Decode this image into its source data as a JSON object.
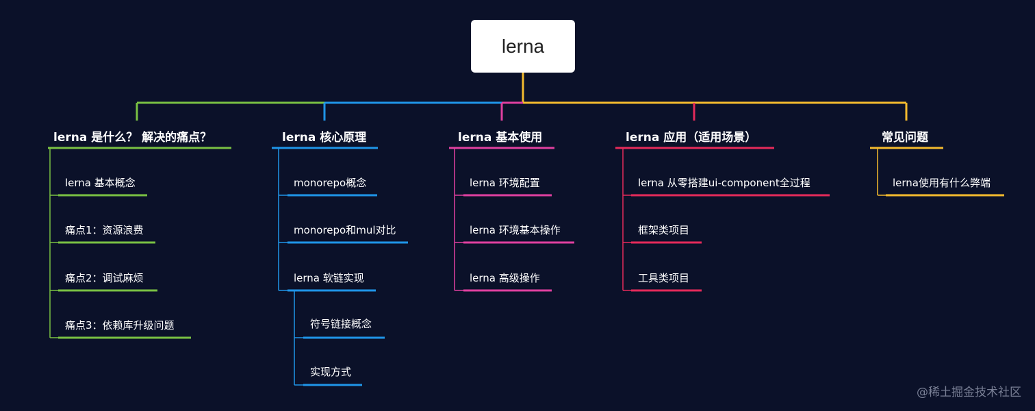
{
  "root": "lerna",
  "colors": {
    "background": "#0b1129",
    "green": "#7ac143",
    "blue": "#1f95e8",
    "pink": "#e040a0",
    "red": "#e52a5a",
    "yellow": "#f4bb2e"
  },
  "branches": [
    {
      "label": "lerna 是什么？ 解决的痛点？",
      "color": "green",
      "children": [
        "lerna 基本概念",
        "痛点1：资源浪费",
        "痛点2：调试麻烦",
        "痛点3：依赖库升级问题"
      ]
    },
    {
      "label": "lerna 核心原理",
      "color": "blue",
      "children": [
        "monorepo概念",
        "monorepo和mul对比",
        "lerna 软链实现"
      ],
      "sub_children": [
        "符号链接概念",
        "实现方式"
      ]
    },
    {
      "label": "lerna 基本使用",
      "color": "pink",
      "children": [
        "lerna 环境配置",
        "lerna 环境基本操作",
        "lerna 高级操作"
      ]
    },
    {
      "label": "lerna 应用（适用场景）",
      "color": "red",
      "children": [
        "lerna 从零搭建ui-component全过程",
        "框架类项目",
        "工具类项目"
      ]
    },
    {
      "label": "常见问题",
      "color": "yellow",
      "children": [
        "lerna使用有什么弊端"
      ]
    }
  ],
  "watermark": "@稀土掘金技术社区"
}
